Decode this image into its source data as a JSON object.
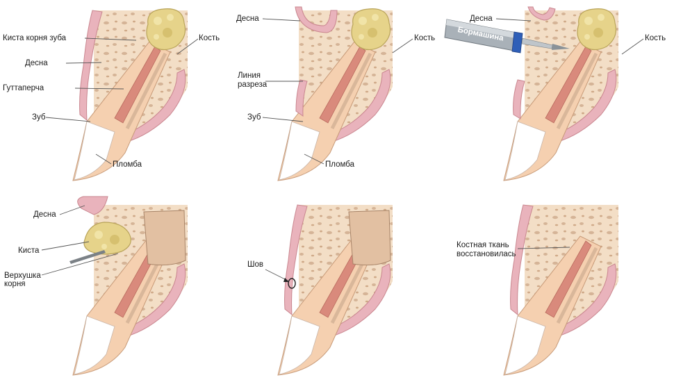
{
  "panels": [
    {
      "id": "p1",
      "labels": {
        "cyst": "Киста корня зуба",
        "gum": "Десна",
        "gutta": "Гуттаперча",
        "tooth": "Зуб",
        "bone": "Кость",
        "filling": "Пломба"
      }
    },
    {
      "id": "p2",
      "labels": {
        "gum": "Десна",
        "incision_line1": "Линия",
        "incision_line2": "разреза",
        "tooth": "Зуб",
        "bone": "Кость",
        "filling": "Пломба"
      }
    },
    {
      "id": "p3",
      "labels": {
        "gum": "Десна",
        "drill": "Бормашина",
        "bone": "Кость"
      }
    },
    {
      "id": "p4",
      "labels": {
        "gum": "Десна",
        "cyst": "Киста",
        "apex_line1": "Верхушка",
        "apex_line2": "корня"
      }
    },
    {
      "id": "p5",
      "labels": {
        "suture": "Шов"
      }
    },
    {
      "id": "p6",
      "labels": {
        "healed_line1": "Костная ткань",
        "healed_line2": "восстановилась"
      }
    }
  ],
  "colors": {
    "bone": "#f3dec6",
    "bone_pore": "#caa78a",
    "gum": "#e9b3bc",
    "gum_dark": "#c9868f",
    "enamel": "#ffffff",
    "dentin": "#f5d0b0",
    "gutta": "#d98a7c",
    "cyst": "#e6d38a",
    "cyst_edge": "#b9a45a",
    "drill_body": "#a9b1b8",
    "drill_tip": "#2f5fb8"
  }
}
